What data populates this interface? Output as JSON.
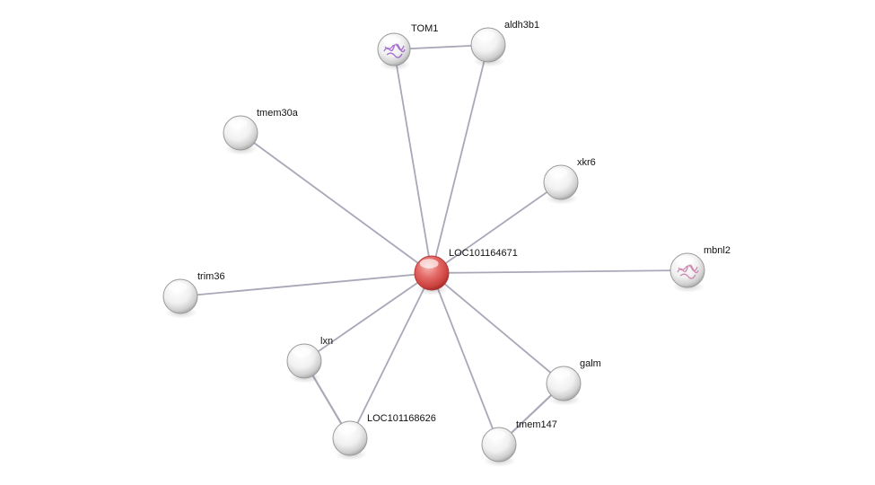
{
  "nodes": [
    {
      "id": "center",
      "label": "LOC101164671",
      "color": "#d9534f",
      "icon": "query-protein"
    },
    {
      "id": "tom1",
      "label": "TOM1",
      "color": "#ffffff",
      "icon": "protein-structure-purple"
    },
    {
      "id": "aldh3b1",
      "label": "aldh3b1",
      "color": "#ffffff"
    },
    {
      "id": "tmem30a",
      "label": "tmem30a",
      "color": "#ffffff"
    },
    {
      "id": "xkr6",
      "label": "xkr6",
      "color": "#ffffff"
    },
    {
      "id": "mbnl2",
      "label": "mbnl2",
      "color": "#ffffff",
      "icon": "protein-structure-pink"
    },
    {
      "id": "trim36",
      "label": "trim36",
      "color": "#ffffff"
    },
    {
      "id": "lxn",
      "label": "lxn",
      "color": "#ffffff"
    },
    {
      "id": "loc101168626",
      "label": "LOC101168626",
      "color": "#ffffff"
    },
    {
      "id": "galm",
      "label": "galm",
      "color": "#ffffff"
    },
    {
      "id": "tmem147",
      "label": "tmem147",
      "color": "#ffffff"
    }
  ],
  "edges": [
    {
      "source": "center",
      "target": "tom1"
    },
    {
      "source": "center",
      "target": "aldh3b1"
    },
    {
      "source": "center",
      "target": "tmem30a"
    },
    {
      "source": "center",
      "target": "xkr6"
    },
    {
      "source": "center",
      "target": "mbnl2"
    },
    {
      "source": "center",
      "target": "trim36"
    },
    {
      "source": "center",
      "target": "lxn"
    },
    {
      "source": "center",
      "target": "loc101168626"
    },
    {
      "source": "center",
      "target": "galm"
    },
    {
      "source": "center",
      "target": "tmem147"
    },
    {
      "source": "tom1",
      "target": "aldh3b1"
    },
    {
      "source": "lxn",
      "target": "loc101168626"
    },
    {
      "source": "galm",
      "target": "tmem147"
    }
  ],
  "colors": {
    "edge": "#a9a8b8",
    "node_border": "#9a9a9a",
    "query_node": "#d9534f"
  }
}
